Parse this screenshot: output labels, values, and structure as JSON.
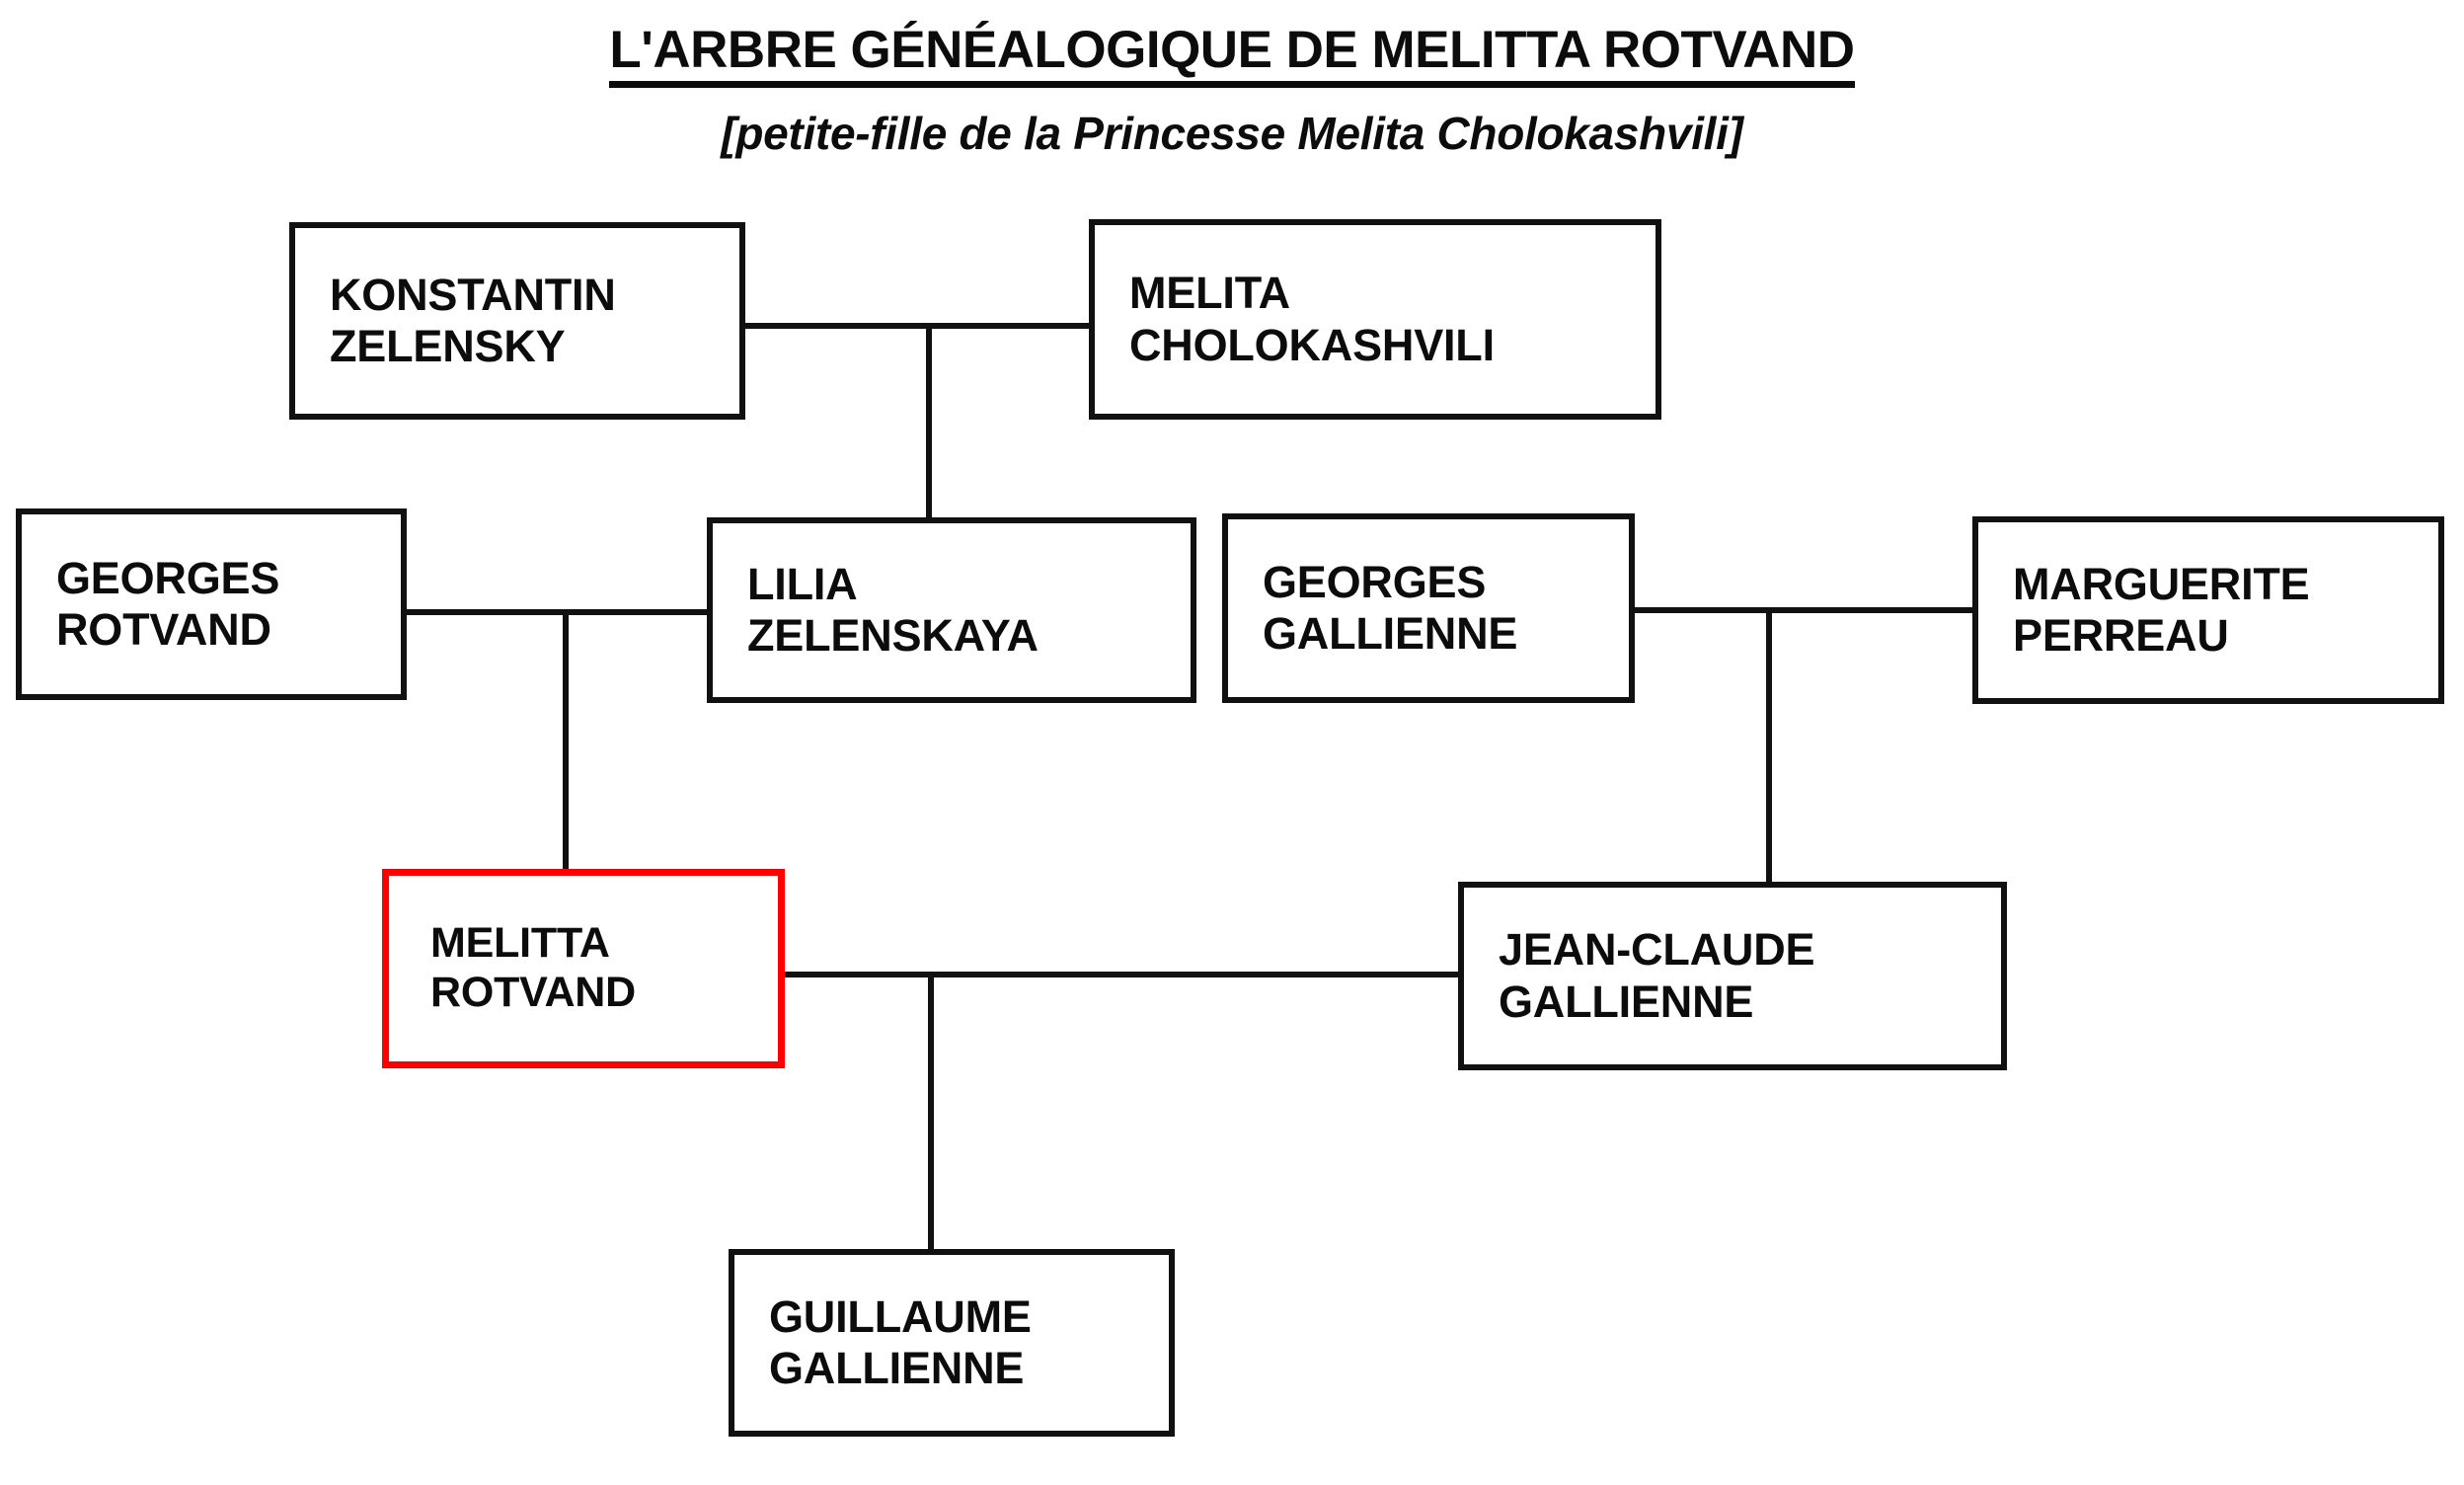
{
  "document": {
    "title": "L'ARBRE GÉNÉALOGIQUE DE MELITTA ROTVAND",
    "subtitle": "[petite-fille de la Princesse Melita Cholokashvili]"
  },
  "colors": {
    "ink": "#111111",
    "highlight": "#ff0000",
    "background": "#ffffff"
  },
  "nodes": {
    "konstantin_zelensky": {
      "line1": "KONSTANTIN",
      "line2": "ZELENSKY",
      "label": "KONSTANTIN\nZELENSKY"
    },
    "melita_cholokashvili": {
      "line1": "MELITA",
      "line2": "CHOLOKASHVILI",
      "label": "MELITA\nCHOLOKASHVILI"
    },
    "georges_rotvand": {
      "line1": "GEORGES",
      "line2": "ROTVAND",
      "label": "GEORGES\nROTVAND"
    },
    "lilia_zelenskaya": {
      "line1": "LILIA",
      "line2": "ZELENSKAYA",
      "label": "LILIA\nZELENSKAYA"
    },
    "georges_gallienne": {
      "line1": "GEORGES",
      "line2": "GALLIENNE",
      "label": "GEORGES\nGALLIENNE"
    },
    "marguerite_perreau": {
      "line1": "MARGUERITE",
      "line2": "PERREAU",
      "label": "MARGUERITE\nPERREAU"
    },
    "melitta_rotvand": {
      "line1": "MELITTA",
      "line2": "ROTVAND",
      "label": "MELITTA\nROTVAND"
    },
    "jean_claude_gallienne": {
      "line1": "JEAN-CLAUDE",
      "line2": "GALLIENNE",
      "label": "JEAN-CLAUDE\nGALLIENNE"
    },
    "guillaume_gallienne": {
      "line1": "GUILLAUME",
      "line2": "GALLIENNE",
      "label": "GUILLAUME\nGALLIENNE"
    }
  },
  "relationships": {
    "unions": [
      {
        "partners": [
          "konstantin_zelensky",
          "melita_cholokashvili"
        ],
        "children": [
          "lilia_zelenskaya"
        ]
      },
      {
        "partners": [
          "georges_rotvand",
          "lilia_zelenskaya"
        ],
        "children": [
          "melitta_rotvand"
        ]
      },
      {
        "partners": [
          "georges_gallienne",
          "marguerite_perreau"
        ],
        "children": [
          "jean_claude_gallienne"
        ]
      },
      {
        "partners": [
          "melitta_rotvand",
          "jean_claude_gallienne"
        ],
        "children": [
          "guillaume_gallienne"
        ]
      }
    ],
    "highlighted_person": "melitta_rotvand"
  }
}
